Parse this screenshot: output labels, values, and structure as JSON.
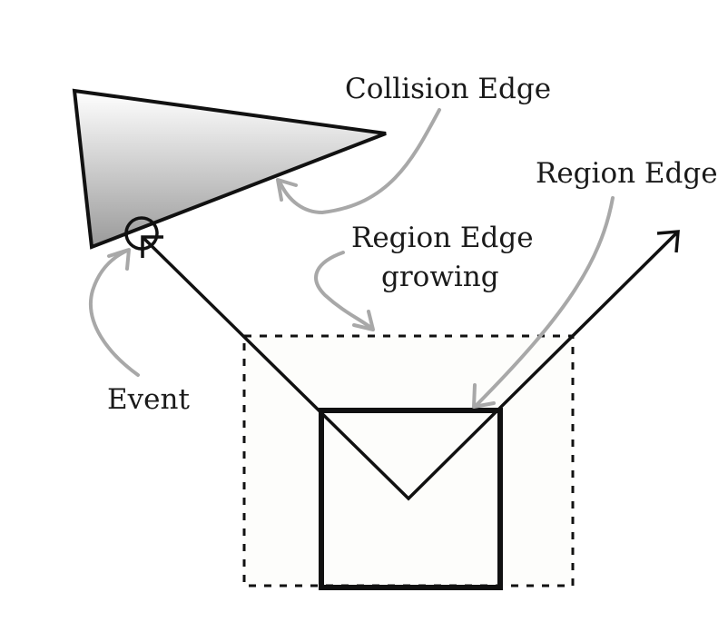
{
  "labels": {
    "collision_edge": "Collision Edge",
    "region_edge": "Region Edge",
    "region_edge_growing_line1": "Region Edge",
    "region_edge_growing_line2": "growing",
    "event": "Event"
  },
  "colors": {
    "stroke": "#111111",
    "pointer_arrow": "#a8a8a8",
    "triangle_fill_top": "#ffffff",
    "triangle_fill_bottom": "#9a9a9a",
    "dashed_box_fill": "#fdfdfb"
  }
}
